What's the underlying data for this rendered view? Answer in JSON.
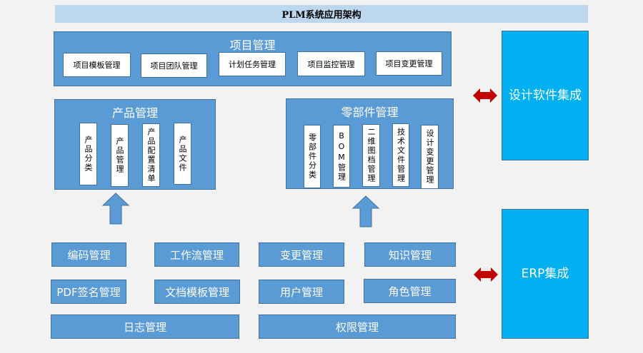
{
  "title": "PLM系统应用架构",
  "project_management": {
    "title": "项目管理",
    "items": [
      "项目模板管理",
      "项目团队管理",
      "计划任务管理",
      "项目监控管理",
      "项目变更管理"
    ]
  },
  "product_management": {
    "title": "产品管理",
    "items": [
      "产品分类",
      "产品管理",
      "产品配置清单",
      "产品文件"
    ]
  },
  "part_management": {
    "title": "零部件管理",
    "items": [
      "零部件分类",
      "BOM管理",
      "二维图档管理",
      "技术文件管理",
      "设计变更管理"
    ]
  },
  "base_modules": {
    "row1": [
      "编码管理",
      "工作流管理",
      "变更管理",
      "知识管理"
    ],
    "row2": [
      "PDF签名管理",
      "文档模板管理",
      "用户管理",
      "角色管理"
    ],
    "row3": [
      "日志管理",
      "权限管理"
    ]
  },
  "integrations": {
    "design_software": "设计软件集成",
    "erp": "ERP集成"
  },
  "icons": {
    "up_arrow": "up-arrow-icon",
    "bidirectional_arrow": "double-arrow-icon"
  },
  "colors": {
    "background": "#f2f2f2",
    "title_bar": "#bdd7ee",
    "module_blue": "#5b9bd5",
    "module_border": "#41719c",
    "integration_blue": "#00b0f0",
    "connector_red": "#c00000"
  }
}
